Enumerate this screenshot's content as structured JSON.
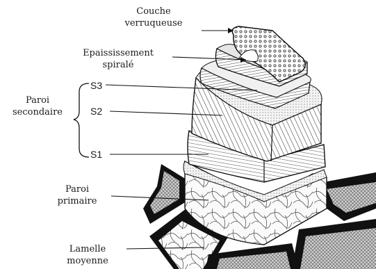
{
  "labels": {
    "couche_line1": "Couche",
    "couche_line2": "verruqueuse",
    "epaississement_line1": "Epaississement",
    "epaississement_line2": "spiralé",
    "paroi_sec_line1": "Paroi",
    "paroi_sec_line2": "secondaire",
    "s3": "S3",
    "s2": "S2",
    "s1": "S1",
    "paroi_prim_line1": "Paroi",
    "paroi_prim_line2": "primaire",
    "lamelle_line1": "Lamelle",
    "lamelle_line2": "moyenne"
  }
}
